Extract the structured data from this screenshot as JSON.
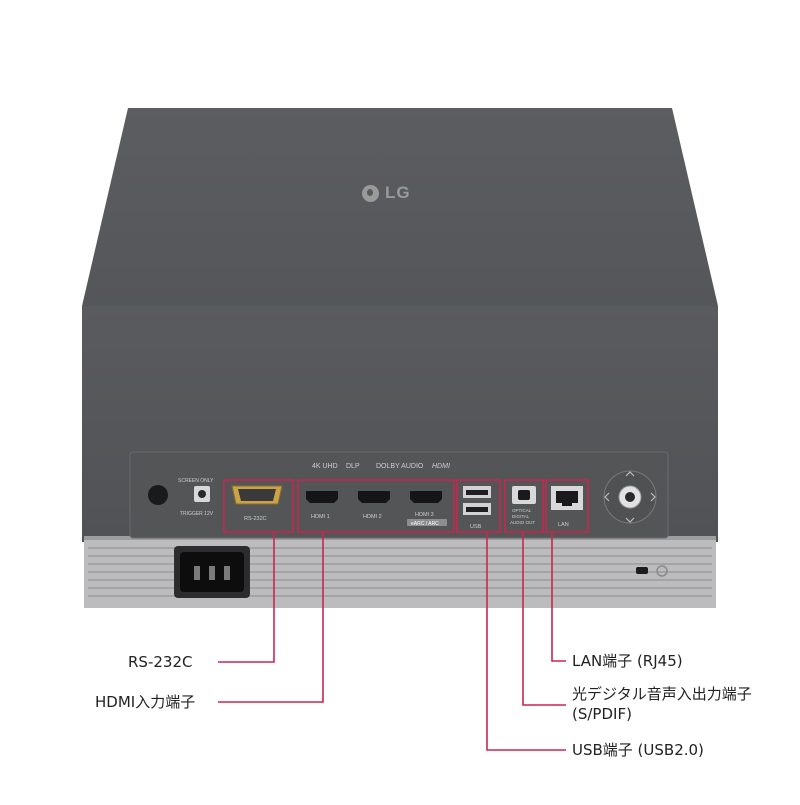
{
  "brand": {
    "logo_text": "LG",
    "panel_logos": [
      "4K UHD",
      "DLP",
      "DOLBY AUDIO",
      "HDMI"
    ]
  },
  "ports": {
    "screen_only_label": "SCREEN ONLY",
    "trigger_label": "TRIGGER 12V",
    "rs232c": "RS-232C",
    "hdmi1": "HDMI 1",
    "hdmi2": "HDMI 2",
    "hdmi3": "HDMI 3",
    "hdmi3_sub": "eARC / ARC",
    "usb": "USB",
    "optical": [
      "OPTICAL",
      "DIGITAL",
      "AUDIO OUT"
    ],
    "lan": "LAN"
  },
  "callouts": {
    "rs232c": "RS-232C",
    "hdmi": "HDMI入力端子",
    "lan": "LAN端子 (RJ45)",
    "optical_line1": "光デジタル音声入出力端子",
    "optical_line2": "(S/PDIF)",
    "usb": "USB端子 (USB2.0)"
  },
  "colors": {
    "accent": "#c8264f",
    "body": "#5a5b5d",
    "panel": "#58595b",
    "base": "#b9b9bb"
  }
}
